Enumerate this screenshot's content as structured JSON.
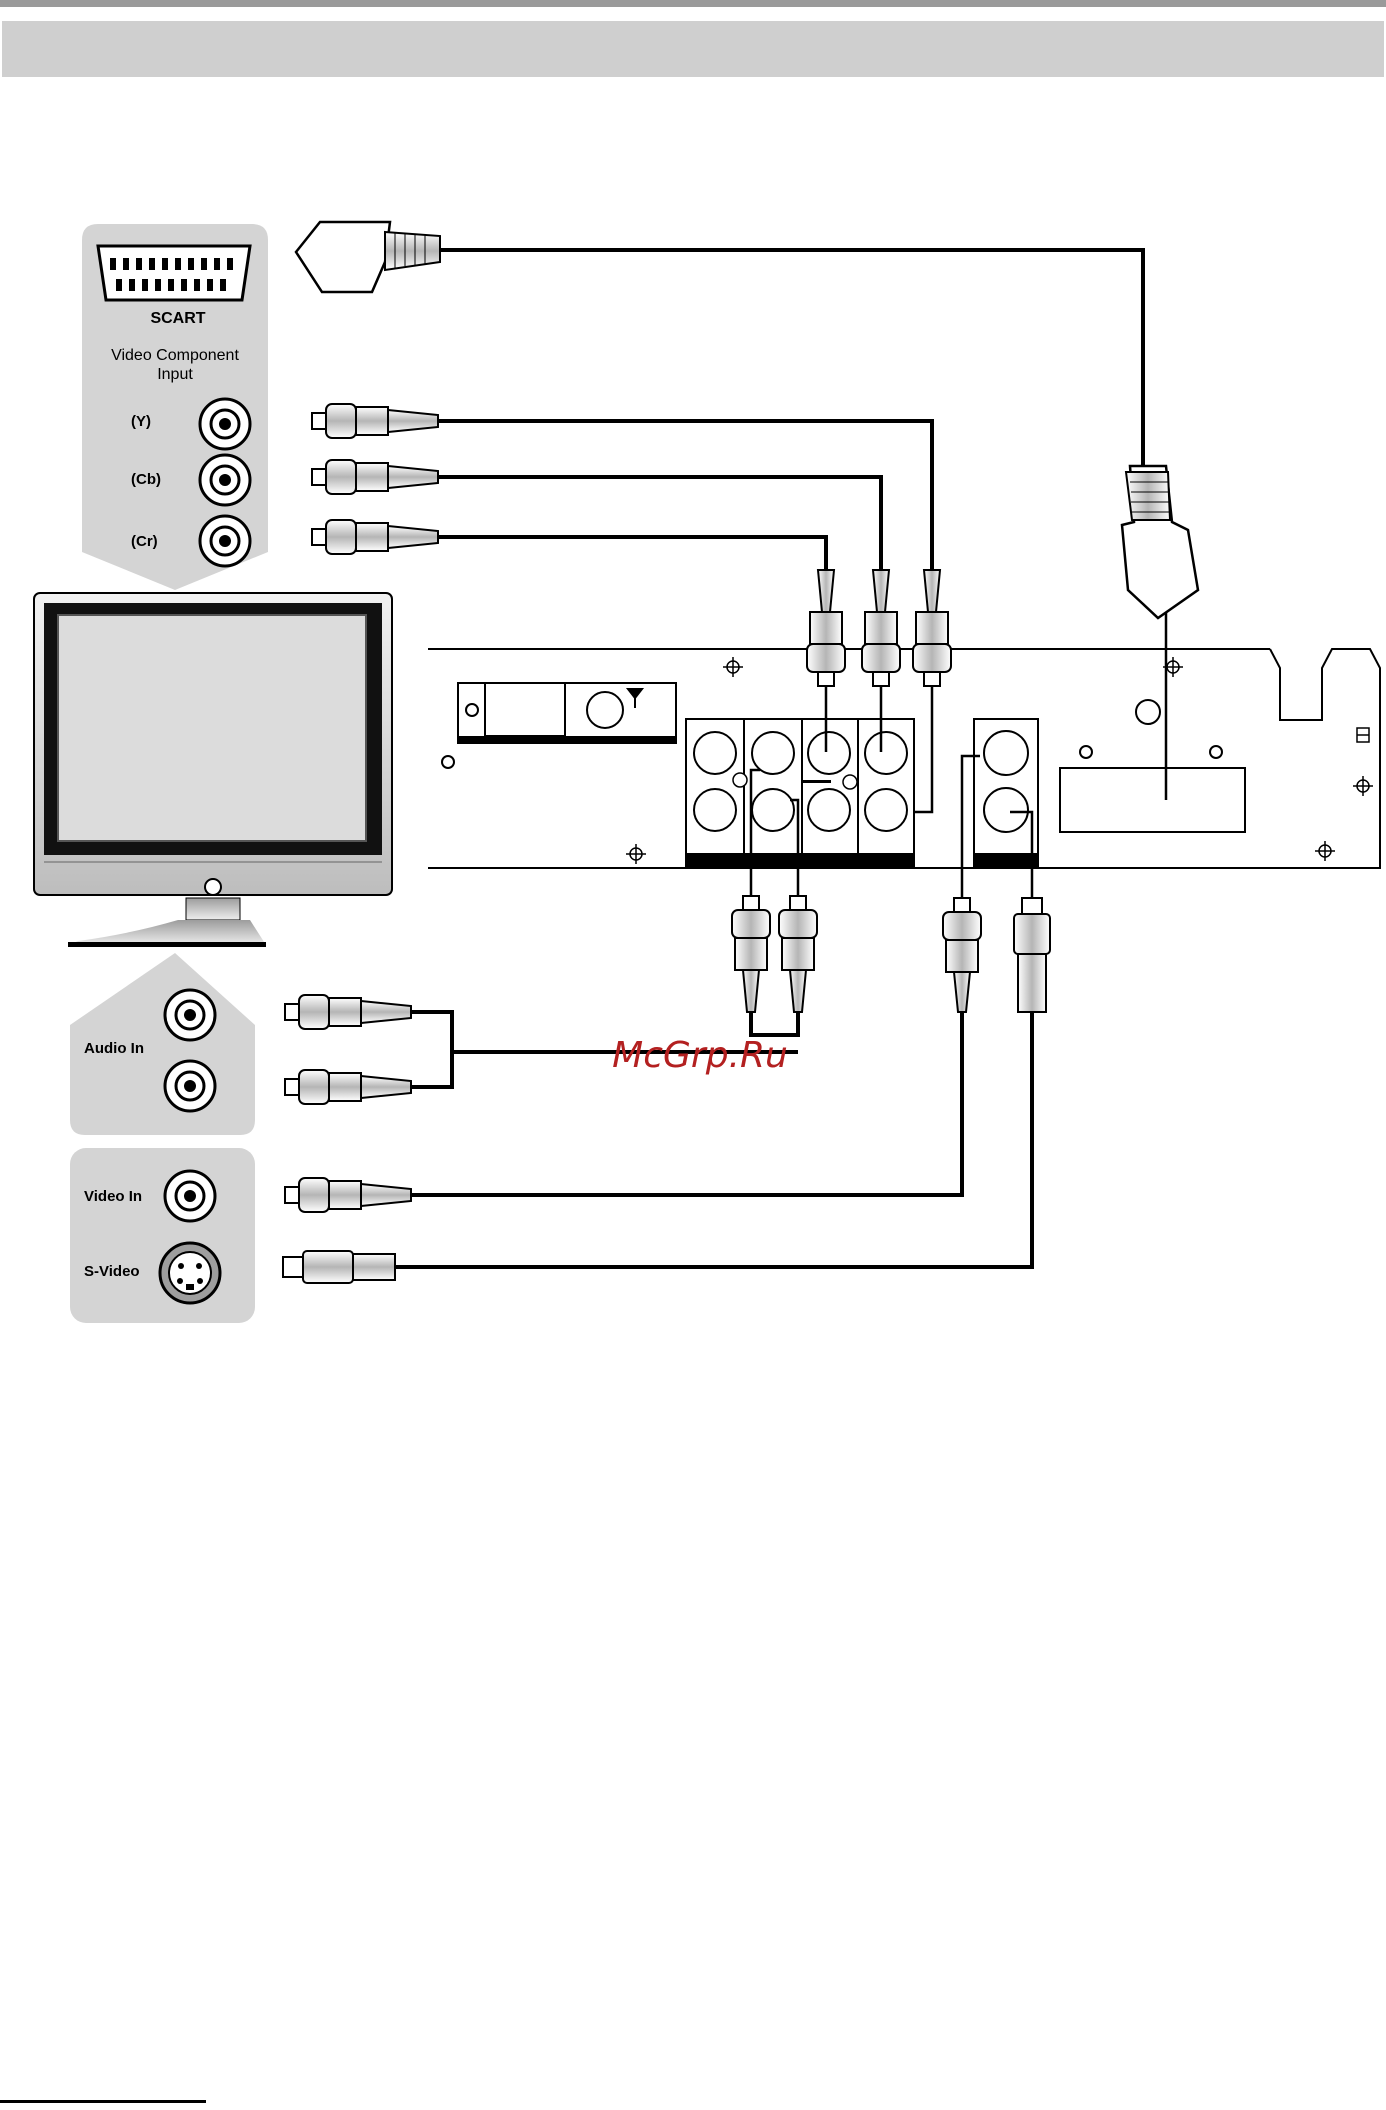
{
  "labels": {
    "scart": "SCART",
    "component_title_line1": "Video Component",
    "component_title_line2": "Input",
    "y": "(Y)",
    "cb": "(Cb)",
    "cr": "(Cr)",
    "audio_in": "Audio In",
    "video_in": "Video In",
    "s_video": "S-Video"
  },
  "watermark": "McGrp.Ru",
  "colors": {
    "panel": "#d4d4d4",
    "band": "#cfcfcf",
    "top_rule": "#9a9a9a",
    "line": "#000000",
    "watermark": "#b32020"
  }
}
